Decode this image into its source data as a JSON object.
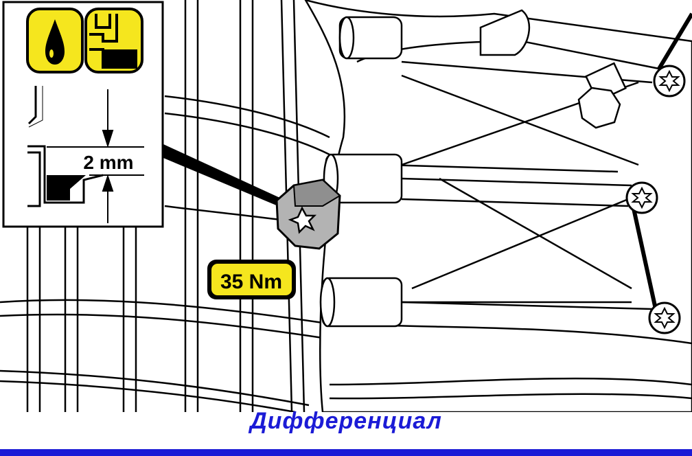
{
  "inset": {
    "gap_label": "2 mm"
  },
  "torque": {
    "label": "35 Nm"
  },
  "caption": {
    "text": "Дифференциал"
  },
  "icons": {
    "oil": "oil-drop-icon",
    "level": "fluid-level-icon",
    "bolt": "torx-bolt-icon"
  },
  "colors": {
    "yellow": "#f5e61e",
    "caption": "#1b1bd6",
    "rule": "#1b1bd6",
    "bolt_fill": "#b3b3b3",
    "line": "#000000"
  }
}
